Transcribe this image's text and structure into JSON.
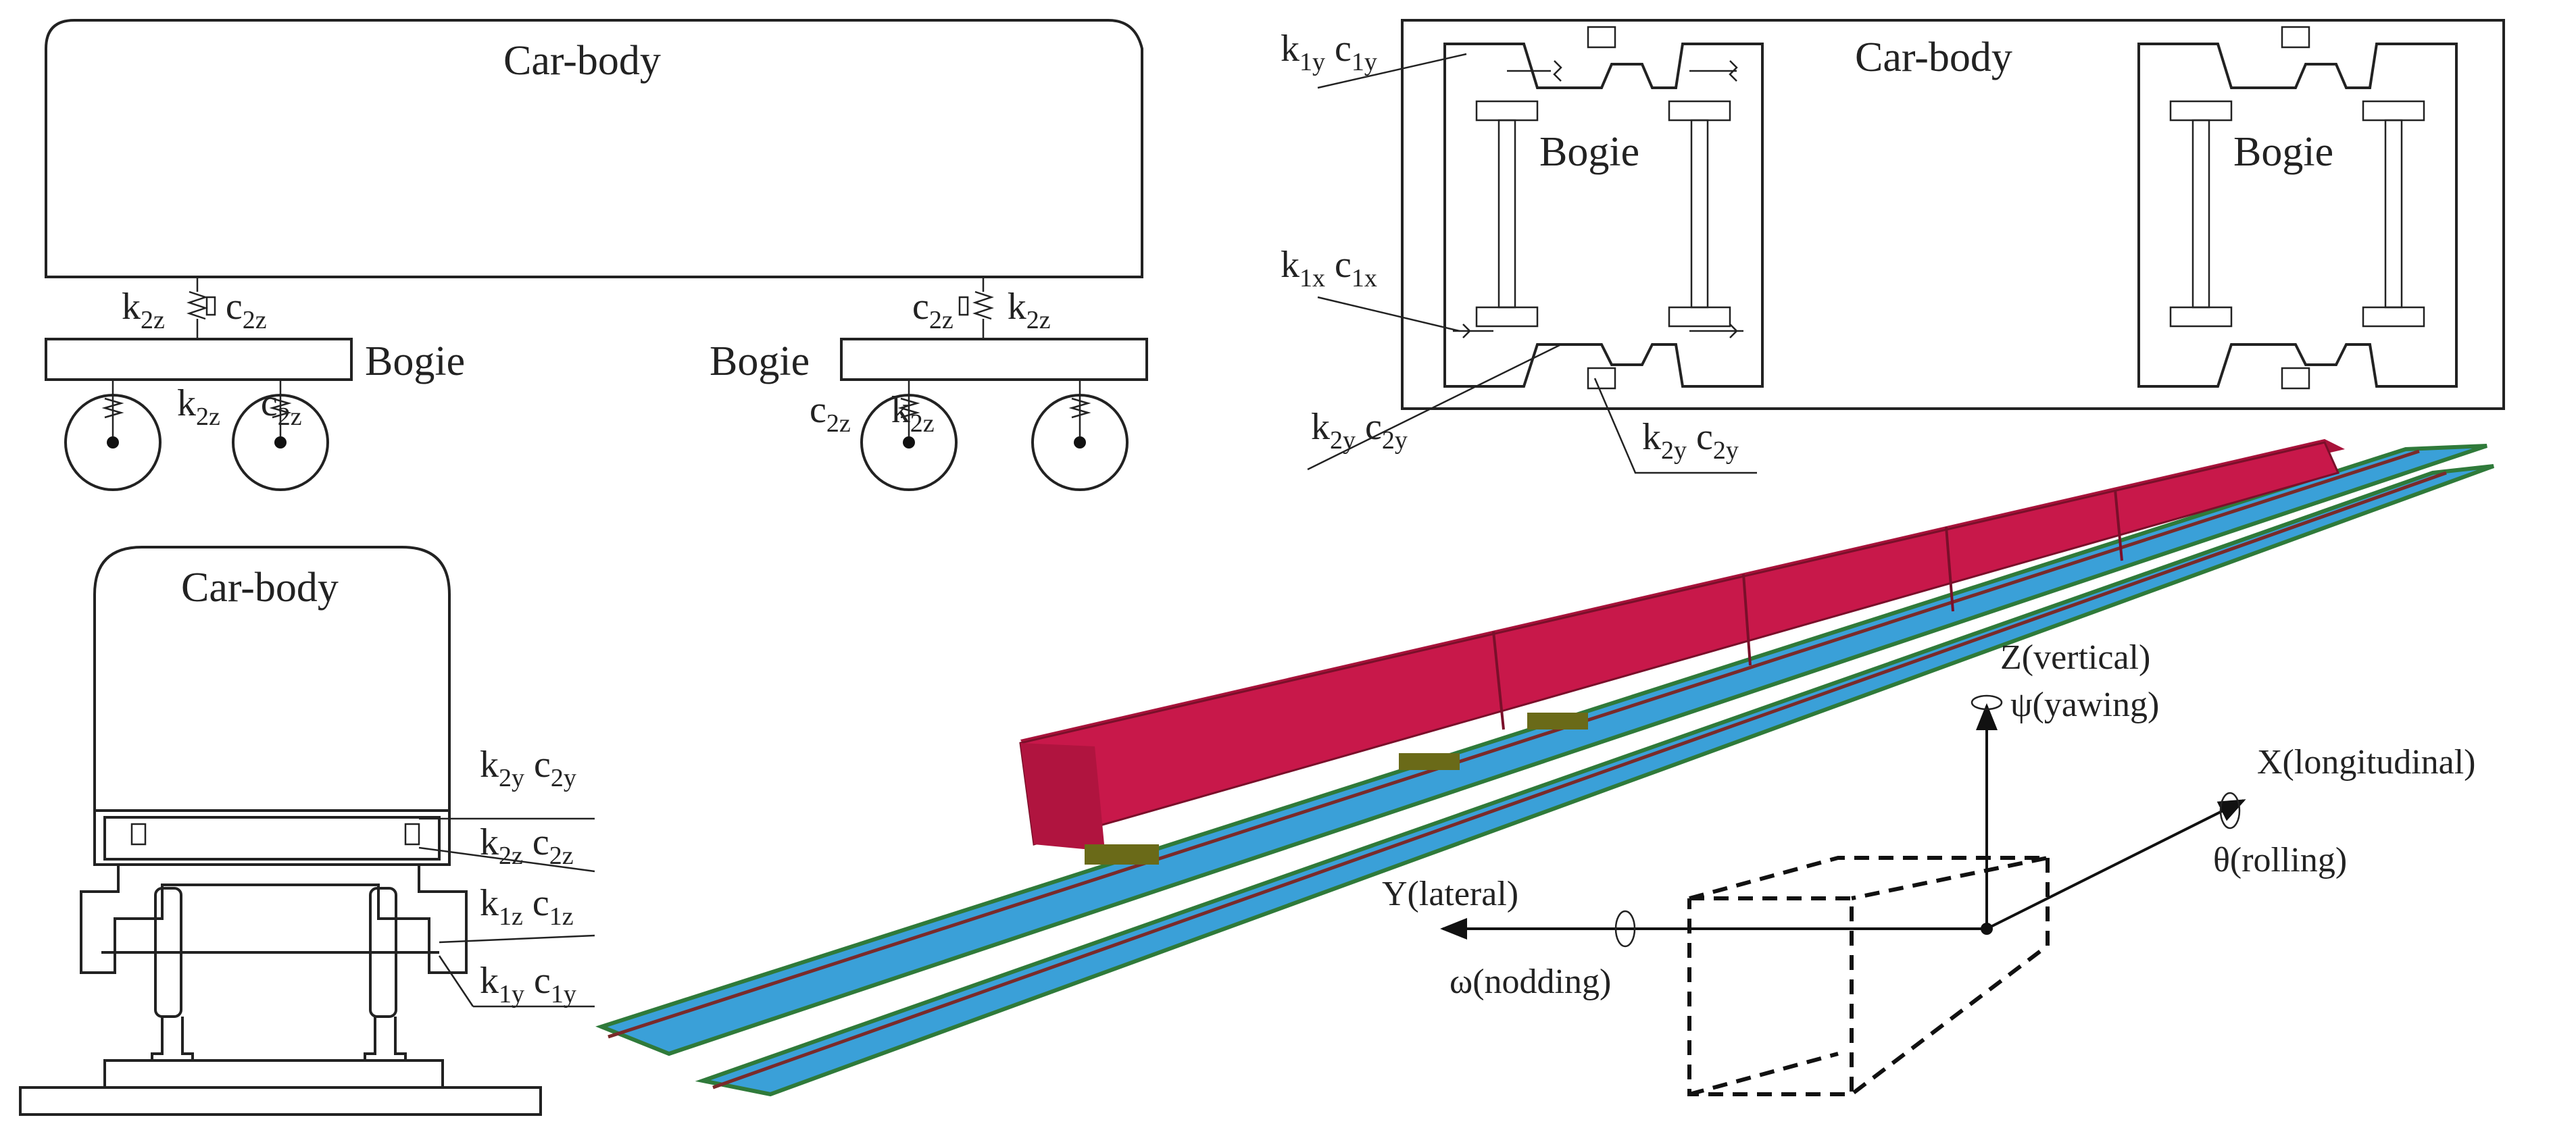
{
  "side_view": {
    "carbody_label": "Car-body",
    "bogie_left_label": "Bogie",
    "bogie_right_label": "Bogie",
    "sec_left": {
      "k": "k",
      "k_sub": "2z",
      "c": "c",
      "c_sub": "2z"
    },
    "sec_right": {
      "c": "c",
      "c_sub": "2z",
      "k": "k",
      "k_sub": "2z"
    },
    "pri_left": {
      "k": "k",
      "k_sub": "2z",
      "c": "c",
      "c_sub": "2z"
    },
    "pri_right": {
      "c": "c",
      "c_sub": "2z",
      "k": "k",
      "k_sub": "2z"
    }
  },
  "top_view": {
    "carbody_label": "Car-body",
    "bogie_left_label": "Bogie",
    "bogie_right_label": "Bogie",
    "lbl_1y": {
      "k": "k",
      "k_sub": "1y",
      "c": "c",
      "c_sub": "1y"
    },
    "lbl_1x": {
      "k": "k",
      "k_sub": "1x",
      "c": "c",
      "c_sub": "1x"
    },
    "lbl_2y_a": {
      "k": "k",
      "k_sub": "2y",
      "c": "c",
      "c_sub": "2y"
    },
    "lbl_2y_b": {
      "k": "k",
      "k_sub": "2y",
      "c": "c",
      "c_sub": "2y"
    }
  },
  "end_view": {
    "carbody_label": "Car-body",
    "lbl_2y": {
      "k": "k",
      "k_sub": "2y",
      "c": "c",
      "c_sub": "2y"
    },
    "lbl_2z": {
      "k": "k",
      "k_sub": "2z",
      "c": "c",
      "c_sub": "2z"
    },
    "lbl_1z": {
      "k": "k",
      "k_sub": "1z",
      "c": "c",
      "c_sub": "1z"
    },
    "lbl_1y": {
      "k": "k",
      "k_sub": "1y",
      "c": "c",
      "c_sub": "1y"
    }
  },
  "axes": {
    "z_label": "Z(vertical)",
    "psi_label": "ψ(yawing)",
    "x_label": "X(longitudinal)",
    "theta_label": "θ(rolling)",
    "y_label": "Y(lateral)",
    "omega_label": "ω(nodding)"
  },
  "colors": {
    "carbody_red": "#c8184a",
    "sleeper_blue": "#3aa0d8",
    "rail_dark": "#7a2a2a",
    "ballast_green": "#2f7a3a",
    "bogie_olive": "#6a6a18"
  }
}
